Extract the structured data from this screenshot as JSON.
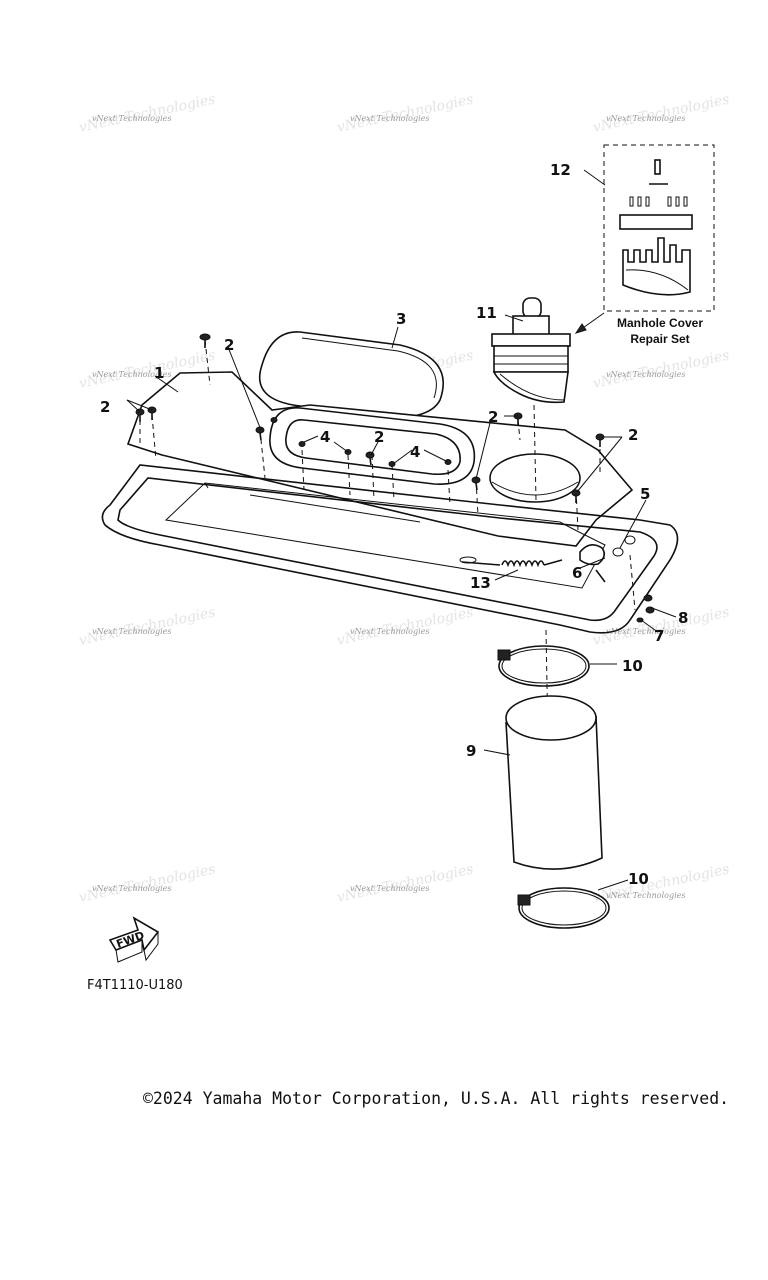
{
  "diagram": {
    "callouts": [
      "1",
      "2",
      "2",
      "2",
      "2",
      "2",
      "3",
      "4",
      "4",
      "5",
      "6",
      "7",
      "8",
      "9",
      "10",
      "10",
      "11",
      "12",
      "13"
    ],
    "repair_set_label_line1": "Manhole Cover",
    "repair_set_label_line2": "Repair Set",
    "fwd_label": "FWD",
    "watermark_text": "vNext Technologies",
    "figure_code": "F4T1110-U180"
  },
  "footer": {
    "copyright": "©2024 Yamaha Motor Corporation, U.S.A. All rights reserved."
  }
}
